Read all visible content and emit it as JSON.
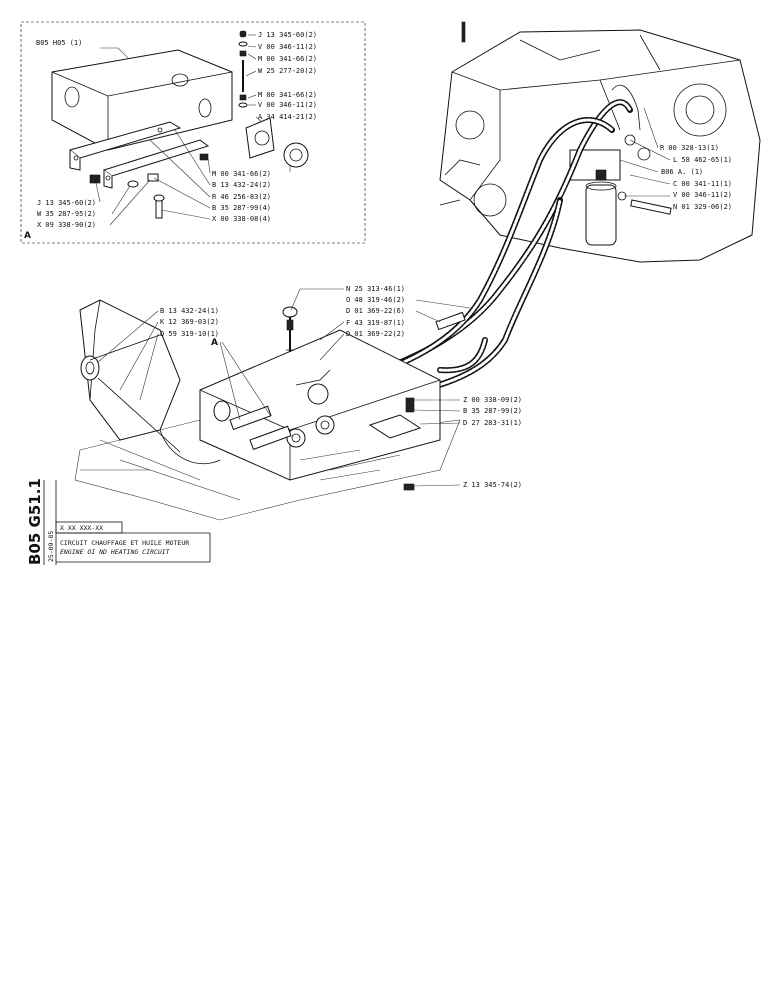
{
  "inset": {
    "assembly_ref": "B05 H05 (1)",
    "view_letter": "A",
    "labels": [
      "J 13 345-60(2)",
      "V 00 346-11(2)",
      "M 00 341-66(2)",
      "W 25 277-20(2)",
      "M 00 341-66(2)",
      "V 00 346-11(2)",
      "A 34 414-21(2)",
      "M 00 341-66(2)",
      "B 13 432-24(2)",
      "R 46 256-83(2)",
      "B 35 287-99(4)",
      "X 00 338-08(4)",
      "J 13 345-60(2)",
      "W 35 287-95(2)",
      "X 09 338-90(2)"
    ]
  },
  "main": {
    "view_letter": "A",
    "engine_labels": [
      "R 00 328-13(1)",
      "L 58 462-65(1)",
      "B06 A. (1)",
      "C 00 341-11(1)",
      "V 00 346-11(2)",
      "N 01 329-06(2)"
    ],
    "hose_labels": [
      "N 25 313-46(1)",
      "O 48 319-46(2)",
      "D 01 369-22(6)",
      "F 43 319-87(1)",
      "D 01 369-22(2)"
    ],
    "left_labels": [
      "B 13 432-24(1)",
      "K 12 369-03(2)",
      "D 59 319-10(1)"
    ],
    "right_labels": [
      "Z 00 338-09(2)",
      "B 35 287-99(2)",
      "D 27 283-31(1)",
      "Z 13 345-74(2)"
    ]
  },
  "title_block": {
    "page_code": "B05 G51.1",
    "date": "25-09-85",
    "ref": "X XX XXX-XX",
    "title_fr": "CIRCUIT CHAUFFAGE ET HUILE MOTEUR",
    "title_en": "ENGINE OI   ND HEATING CIRCUIT"
  }
}
